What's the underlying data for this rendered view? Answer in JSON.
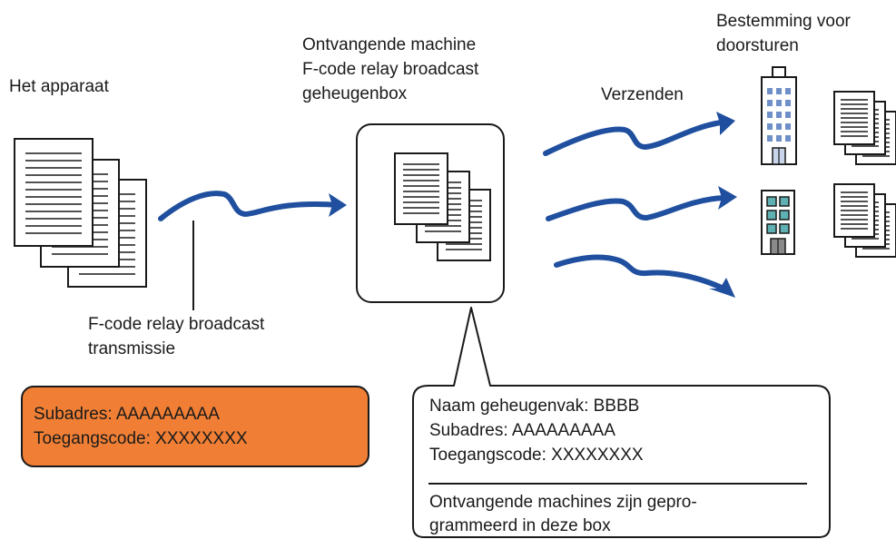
{
  "labels": {
    "device": "Het apparaat",
    "receiving_line1": "Ontvangende machine",
    "receiving_line2": "F-code relay broadcast",
    "receiving_line3": "geheugenbox",
    "destination_line1": "Bestemming voor",
    "destination_line2": "doorsturen",
    "send": "Verzenden",
    "transmission_line1": "F-code relay broadcast",
    "transmission_line2": "transmissie"
  },
  "sender_box": {
    "subaddress": "Subadres: AAAAAAAAA",
    "passcode": "Toegangscode: XXXXXXXX"
  },
  "memory_box": {
    "name": "Naam geheugenvak: BBBB",
    "subaddress": "Subadres: AAAAAAAAA",
    "passcode": "Toegangscode: XXXXXXXX",
    "note_line1": "Ontvangende machines zijn gepro-",
    "note_line2": "grammeerd in deze box"
  },
  "colors": {
    "arrow": "#1f4f9e",
    "sender_box_fill": "#f07f35",
    "building_window": "#6f8fc9",
    "building_glass": "#5fb0b3"
  },
  "icons": [
    "document-stack-icon",
    "office-building-icon",
    "apartment-building-icon",
    "arrow-icon"
  ]
}
